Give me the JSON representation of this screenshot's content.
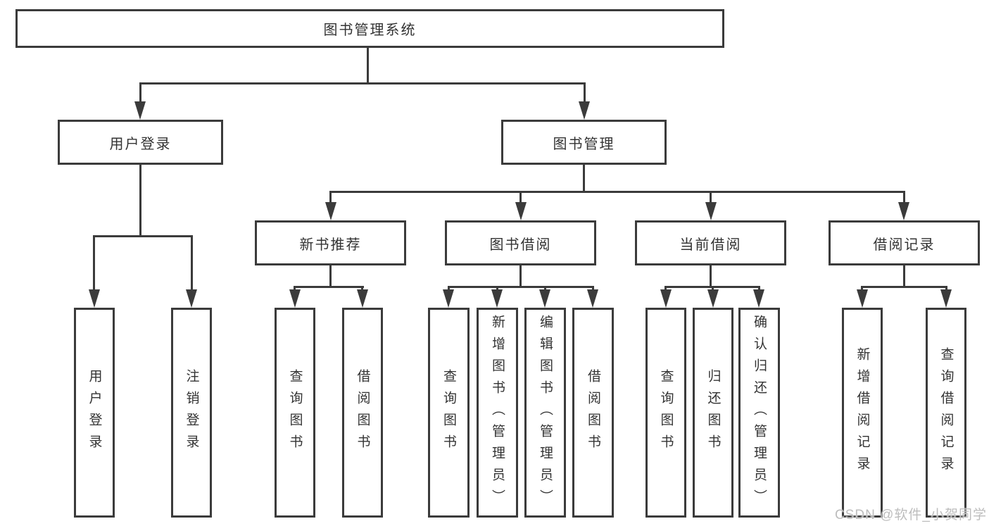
{
  "diagram": {
    "type": "hierarchy-tree",
    "colors": {
      "line": "#3b3b3b",
      "text": "#333333",
      "box_fill": "#ffffff",
      "watermark": "#bdbdbd",
      "background": "#ffffff"
    },
    "root": {
      "label": "图书管理系统"
    },
    "level2": [
      {
        "label": "用户登录"
      },
      {
        "label": "图书管理"
      }
    ],
    "level3": [
      {
        "label": "新书推荐",
        "parent": "图书管理"
      },
      {
        "label": "图书借阅",
        "parent": "图书管理"
      },
      {
        "label": "当前借阅",
        "parent": "图书管理"
      },
      {
        "label": "借阅记录",
        "parent": "图书管理"
      }
    ],
    "leaves": [
      {
        "label": "用户登录",
        "parent": "用户登录"
      },
      {
        "label": "注销登录",
        "parent": "用户登录"
      },
      {
        "label": "查询图书",
        "parent": "新书推荐"
      },
      {
        "label": "借阅图书",
        "parent": "新书推荐"
      },
      {
        "label": "查询图书",
        "parent": "图书借阅"
      },
      {
        "label": "新增图书（管理员）",
        "parent": "图书借阅"
      },
      {
        "label": "编辑图书（管理员）",
        "parent": "图书借阅"
      },
      {
        "label": "借阅图书",
        "parent": "图书借阅"
      },
      {
        "label": "查询图书",
        "parent": "当前借阅"
      },
      {
        "label": "归还图书",
        "parent": "当前借阅"
      },
      {
        "label": "确认归还（管理员）",
        "parent": "当前借阅"
      },
      {
        "label": "新增借阅记录",
        "parent": "借阅记录"
      },
      {
        "label": "查询借阅记录",
        "parent": "借阅记录"
      }
    ],
    "watermark": "CSDN @软件_小贺同学"
  }
}
